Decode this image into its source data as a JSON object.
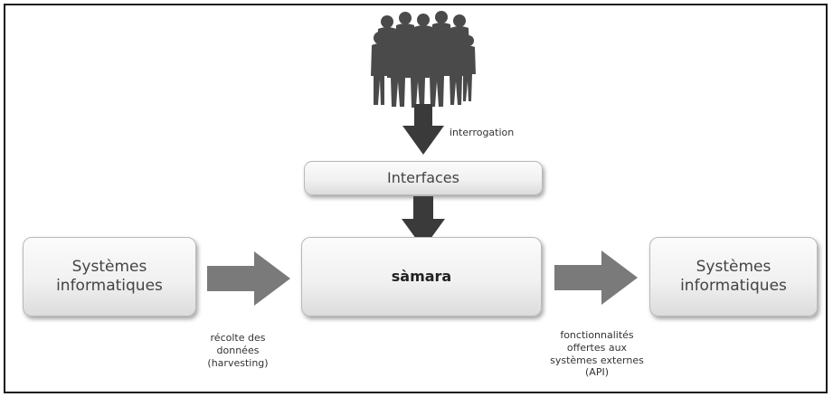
{
  "diagram": {
    "interfaces_label": "Interfaces",
    "center_label": "sàmara",
    "left_system": {
      "line1": "Systèmes",
      "line2": "informatiques"
    },
    "right_system": {
      "line1": "Systèmes",
      "line2": "informatiques"
    },
    "interrogation_label": "interrogation",
    "harvest_label": {
      "line1": "récolte des",
      "line2": "données",
      "line3": "(harvesting)"
    },
    "api_label": {
      "line1": "fonctionnalités",
      "line2": "offertes aux",
      "line3": "systèmes externes",
      "line4": "(API)"
    }
  },
  "colors": {
    "arrow_dark": "#3a3a3a",
    "arrow_gray": "#7a7a7a",
    "people_silhouette": "#4a4a4a"
  },
  "icons": {
    "users": "people-group-silhouette"
  }
}
